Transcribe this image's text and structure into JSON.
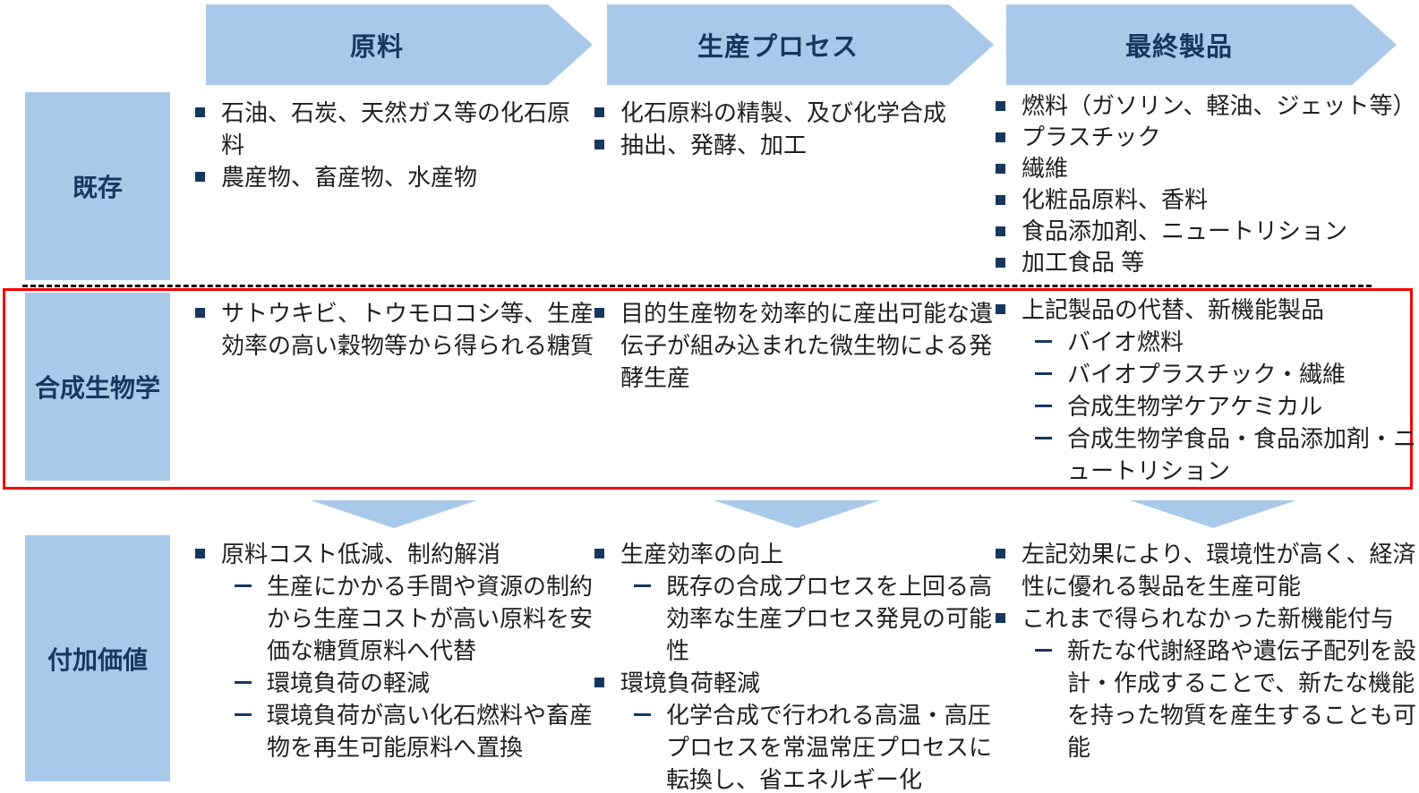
{
  "stages": [
    {
      "label": "原料"
    },
    {
      "label": "生産プロセス"
    },
    {
      "label": "最終製品"
    }
  ],
  "rows": [
    {
      "label": "既存"
    },
    {
      "label": "合成生物学"
    },
    {
      "label": "付加価値"
    }
  ],
  "cells": {
    "existing_raw": [
      {
        "level": 1,
        "text": "石油、石炭、天然ガス等の化石原料"
      },
      {
        "level": 1,
        "text": "農産物、畜産物、水産物"
      }
    ],
    "existing_process": [
      {
        "level": 1,
        "text": "化石原料の精製、及び化学合成"
      },
      {
        "level": 1,
        "text": "抽出、発酵、加工"
      }
    ],
    "existing_product": [
      {
        "level": 1,
        "text": "燃料（ガソリン、軽油、ジェット等）"
      },
      {
        "level": 1,
        "text": "プラスチック"
      },
      {
        "level": 1,
        "text": "繊維"
      },
      {
        "level": 1,
        "text": "化粧品原料、香料"
      },
      {
        "level": 1,
        "text": "食品添加剤、ニュートリション"
      },
      {
        "level": 1,
        "text": "加工食品 等"
      }
    ],
    "synbio_raw": [
      {
        "level": 1,
        "text": "サトウキビ、トウモロコシ等、生産効率の高い穀物等から得られる糖質"
      }
    ],
    "synbio_process": [
      {
        "level": 1,
        "text": "目的生産物を効率的に産出可能な遺伝子が組み込まれた微生物による発酵生産"
      }
    ],
    "synbio_product": [
      {
        "level": 1,
        "text": "上記製品の代替、新機能製品"
      },
      {
        "level": 2,
        "text": "バイオ燃料"
      },
      {
        "level": 2,
        "text": "バイオプラスチック・繊維"
      },
      {
        "level": 2,
        "text": "合成生物学ケアケミカル"
      },
      {
        "level": 2,
        "text": "合成生物学食品・食品添加剤・ニュートリション"
      }
    ],
    "value_raw": [
      {
        "level": 1,
        "text": "原料コスト低減、制約解消"
      },
      {
        "level": 2,
        "text": "生産にかかる手間や資源の制約から生産コストが高い原料を安価な糖質原料へ代替"
      },
      {
        "level": 2,
        "text": "環境負荷の軽減"
      },
      {
        "level": 2,
        "text": "環境負荷が高い化石燃料や畜産物を再生可能原料へ置換"
      }
    ],
    "value_process": [
      {
        "level": 1,
        "text": "生産効率の向上"
      },
      {
        "level": 2,
        "text": "既存の合成プロセスを上回る高効率な生産プロセス発見の可能性"
      },
      {
        "level": 1,
        "text": "環境負荷軽減"
      },
      {
        "level": 2,
        "text": "化学合成で行われる高温・高圧プロセスを常温常圧プロセスに転換し、省エネルギー化"
      }
    ],
    "value_product": [
      {
        "level": 1,
        "text": "左記効果により、環境性が高く、経済性に優れる製品を生産可能"
      },
      {
        "level": 1,
        "text": "これまで得られなかった新機能付与"
      },
      {
        "level": 2,
        "text": "新たな代謝経路や遺伝子配列を設計・作成することで、新たな機能を持った物質を産生することも可能"
      }
    ]
  },
  "icons": {
    "bullet": "square-bullet",
    "sub_bullet": "dash"
  },
  "colors": {
    "banner_fill": "#A9C9EA",
    "heading_text": "#17375D",
    "body_text": "#1F1F1F",
    "marker": "#17375D",
    "highlight_border": "#F20000",
    "divider": "#000000"
  }
}
